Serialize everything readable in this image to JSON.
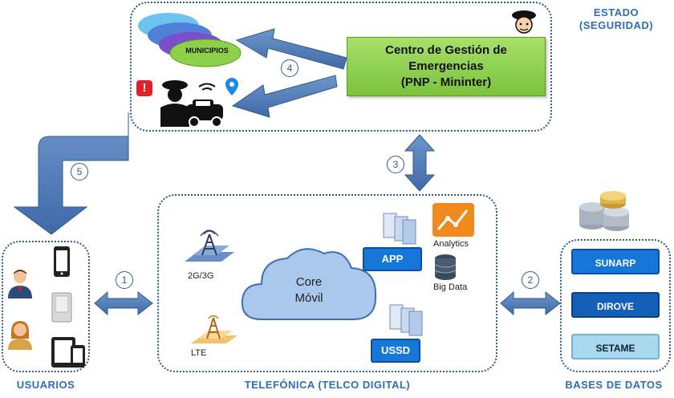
{
  "estado": {
    "label_line1": "ESTADO",
    "label_line2": "(SEGURIDAD)"
  },
  "centro": {
    "line1": "Centro de Gestión de",
    "line2": "Emergencias",
    "line3": "(PNP - Mininter)"
  },
  "municipios_label": "MUNICIPIOS",
  "steps": [
    "1",
    "2",
    "3",
    "4",
    "5"
  ],
  "usuarios_label": "USUARIOS",
  "telefonica": {
    "label": "TELEFÓNICA (TELCO DIGITAL)",
    "core_line1": "Core",
    "core_line2": "Móvil",
    "net_2g3g": "2G/3G",
    "net_lte": "LTE",
    "app_button": "APP",
    "ussd_button": "USSD",
    "analytics": "Analytics",
    "bigdata": "Big Data"
  },
  "bases": {
    "label": "BASES DE DATOS",
    "items": [
      "SUNARP",
      "DIROVE",
      "SETAME"
    ]
  },
  "colors": {
    "accent_blue": "#2f6db5",
    "green": "#8dd14a",
    "frame": "#2e5c8a",
    "arrow": "#4a78b5"
  }
}
